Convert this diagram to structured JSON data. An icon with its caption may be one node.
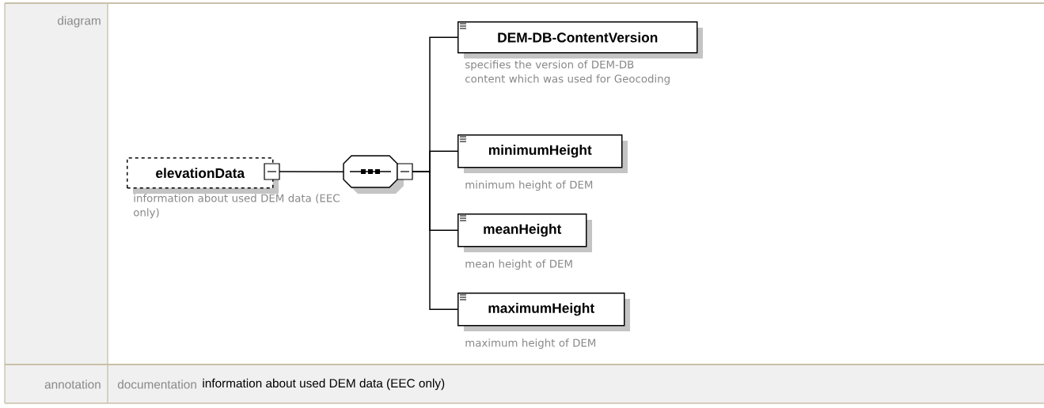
{
  "diagram": {
    "nodes": [
      {
        "text": [
          "elevationData"
        ],
        "beside": [
          "information about used DEM data (EEC only)"
        ]
      },
      {
        "text": [],
        "shape": "octagon"
      },
      {
        "text": [
          "DEM-DB-ContentVersion"
        ],
        "beside": [
          "specifies the version of DEM-DB content which was used for Geocoding"
        ]
      },
      {
        "text": [
          "minimumHeight"
        ],
        "beside": [
          "minimum height of DEM"
        ]
      },
      {
        "text": [
          "meanHeight"
        ],
        "beside": [
          "mean height of DEM"
        ]
      },
      {
        "text": [
          "maximumHeight"
        ],
        "beside": [
          "maximum height of DEM"
        ]
      }
    ],
    "edges": [
      {
        "from": 0,
        "to": 1,
        "arrow": "none"
      },
      {
        "from": 1,
        "to": 2,
        "arrow": "none"
      },
      {
        "from": 1,
        "to": 3,
        "arrow": "none"
      },
      {
        "from": 1,
        "to": 4,
        "arrow": "none"
      },
      {
        "from": 1,
        "to": 5,
        "arrow": "none"
      }
    ],
    "labels": [
      "diagram",
      "annotation",
      "documentation",
      "information about used DEM data (EEC only)"
    ]
  }
}
